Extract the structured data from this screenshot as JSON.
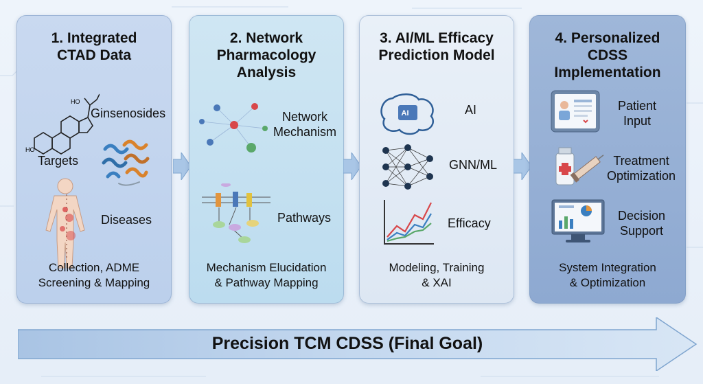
{
  "panels": [
    {
      "title": "1. Integrated\nCTAD Data",
      "labels": [
        "Ginsenosides",
        "Targets",
        "Diseases"
      ],
      "caption": "Collection, ADME\nScreening & Mapping"
    },
    {
      "title": "2. Network\nPharmacology\nAnalysis",
      "labels": [
        "Network\nMechanism",
        "Pathways"
      ],
      "caption": "Mechanism Elucidation\n& Pathway Mapping"
    },
    {
      "title": "3. AI/ML Efficacy\nPrediction Model",
      "labels": [
        "AI",
        "GNN/ML",
        "Efficacy"
      ],
      "ai_chip_text": "AI",
      "caption": "Modeling, Training\n& XAI"
    },
    {
      "title": "4. Personalized\nCDSS\nImplementation",
      "labels": [
        "Patient\nInput",
        "Treatment\nOptimization",
        "Decision\nSupport"
      ],
      "caption": "System Integration\n& Optimization"
    }
  ],
  "final_goal": "Precision TCM CDSS (Final Goal)",
  "colors": {
    "accent_blue": "#4a78b8",
    "red_nodes": "#d8474a",
    "green_nodes": "#5aa86a"
  }
}
